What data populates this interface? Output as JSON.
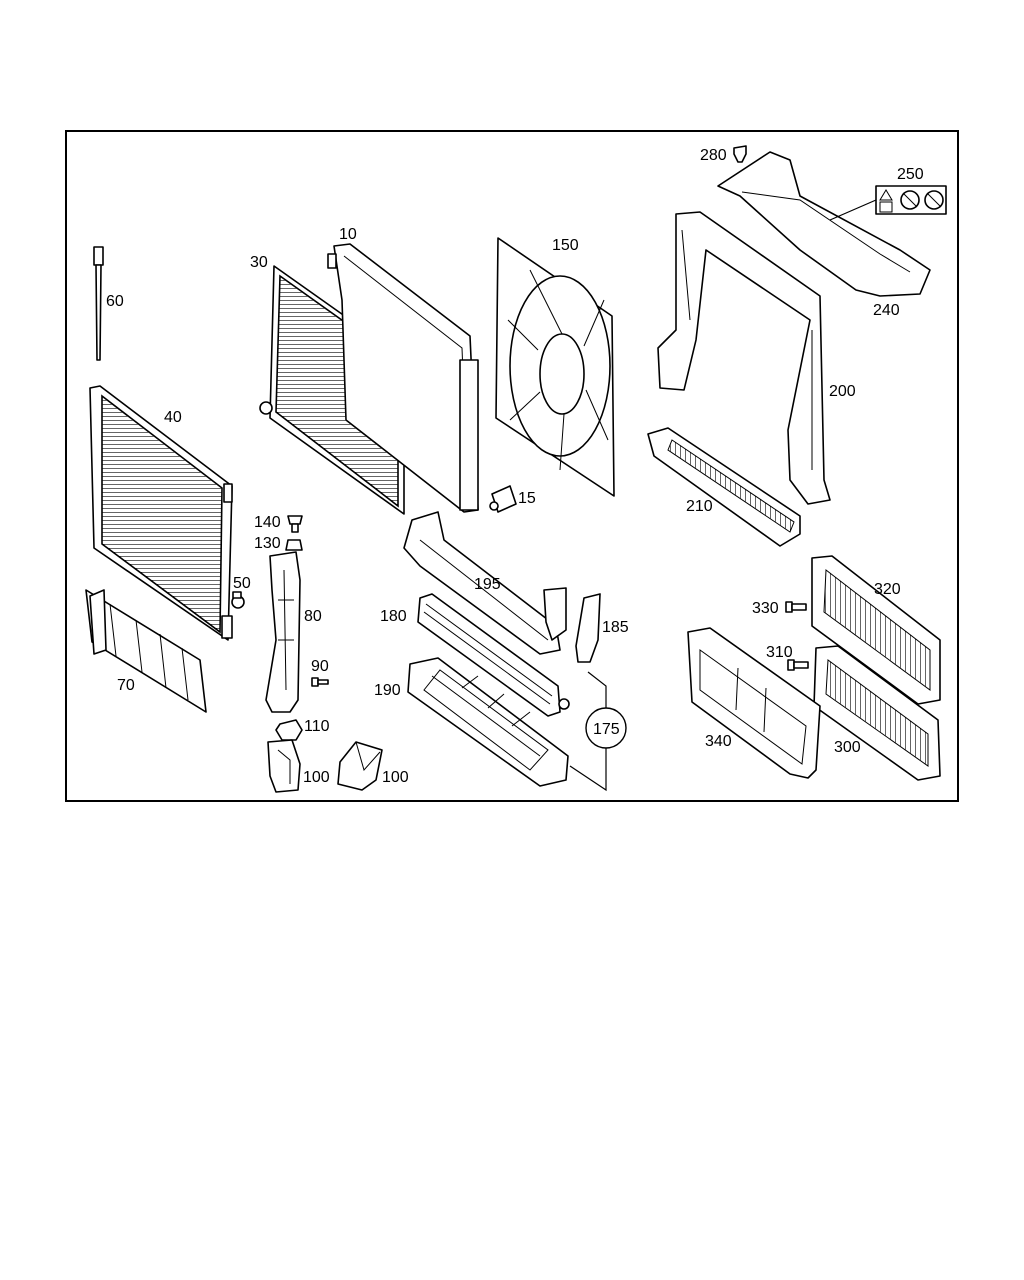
{
  "diagram": {
    "part_numbers": [
      "10",
      "15",
      "30",
      "40",
      "50",
      "60",
      "70",
      "80",
      "90",
      "100",
      "100",
      "110",
      "130",
      "140",
      "150",
      "175",
      "180",
      "185",
      "190",
      "195",
      "200",
      "210",
      "240",
      "250",
      "280",
      "300",
      "310",
      "320",
      "330",
      "340"
    ]
  }
}
